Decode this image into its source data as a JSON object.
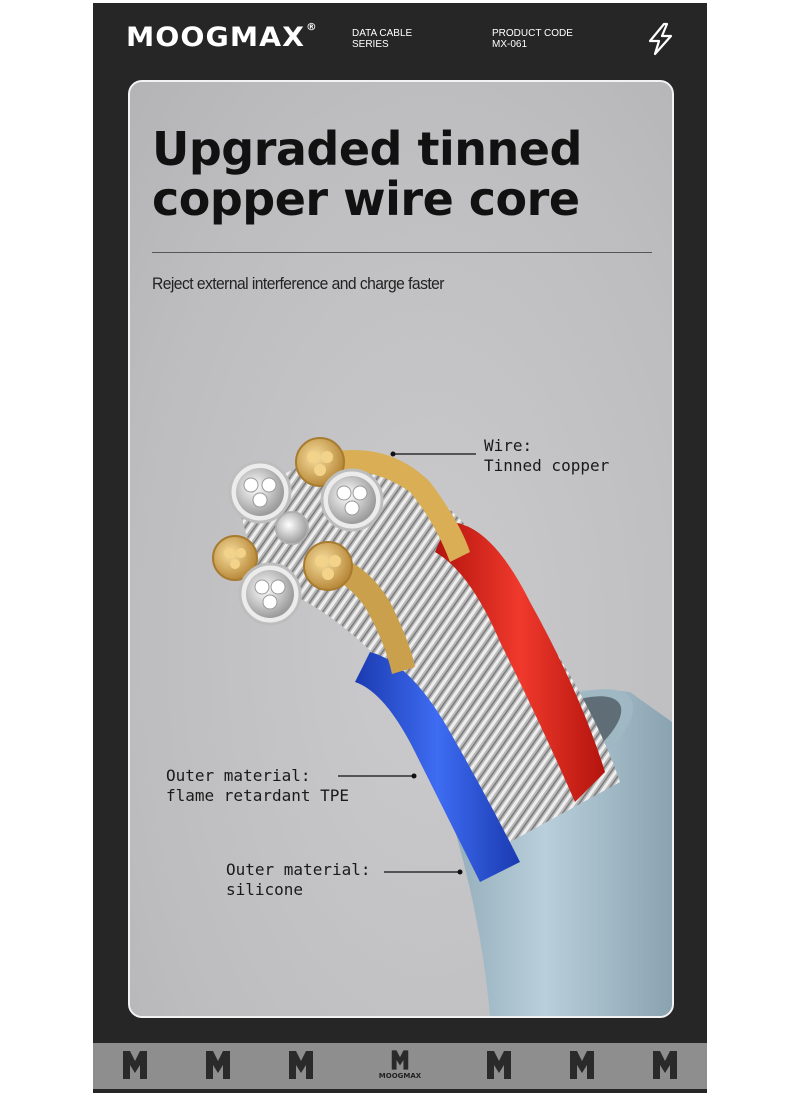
{
  "header": {
    "brand": "MOOGMAX",
    "brand_mark": "®",
    "series_line1": "DATA CABLE",
    "series_line2": "SERIES",
    "code_line1": "PRODUCT CODE",
    "code_line2": "MX-061",
    "icon": "lightning-bolt-icon"
  },
  "card": {
    "headline_line1": "Upgraded tinned",
    "headline_line2": "copper wire core",
    "subline": "Reject external interference and charge faster"
  },
  "callouts": {
    "wire_line1": "Wire:",
    "wire_line2": "Tinned copper",
    "tpe_line1": "Outer material:",
    "tpe_line2": "flame retardant TPE",
    "silicone_line1": "Outer material:",
    "silicone_line2": "silicone"
  },
  "footer": {
    "center_label": "MOOGMAX",
    "icon": "m-monogram-icon"
  },
  "colors": {
    "frame": "#262626",
    "card": "#c2c2c4",
    "red_wire": "#e3241b",
    "blue_wire": "#2350d8",
    "silicone": "#a9c2cf",
    "strip": "#8e8e8e"
  }
}
